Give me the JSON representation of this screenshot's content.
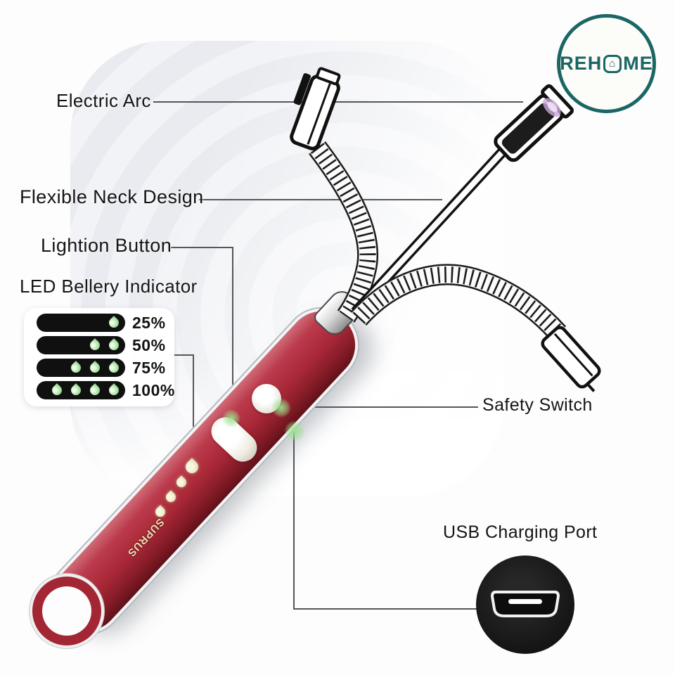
{
  "logo": {
    "full_name": "REHOME",
    "text_pre": "REH",
    "house_glyph": "⌂",
    "text_post": "ME",
    "color": "#1b6664"
  },
  "callouts": {
    "electric_arc": "Electric Arc",
    "flexible_neck": "Flexible Neck Design",
    "lightion_button": "Lightion Button",
    "led_indicator": "LED Bellery Indicator",
    "safety_switch": "Safety Switch",
    "usb_port": "USB Charging Port"
  },
  "battery_indicator": {
    "levels": [
      {
        "label": "25%",
        "dots": 1
      },
      {
        "label": "50%",
        "dots": 2
      },
      {
        "label": "75%",
        "dots": 3
      },
      {
        "label": "100%",
        "dots": 4
      }
    ],
    "led_color": "#8fd08e",
    "bar_color": "#101010"
  },
  "product": {
    "brand": "SUPRUS",
    "body_color": "#a92837"
  }
}
